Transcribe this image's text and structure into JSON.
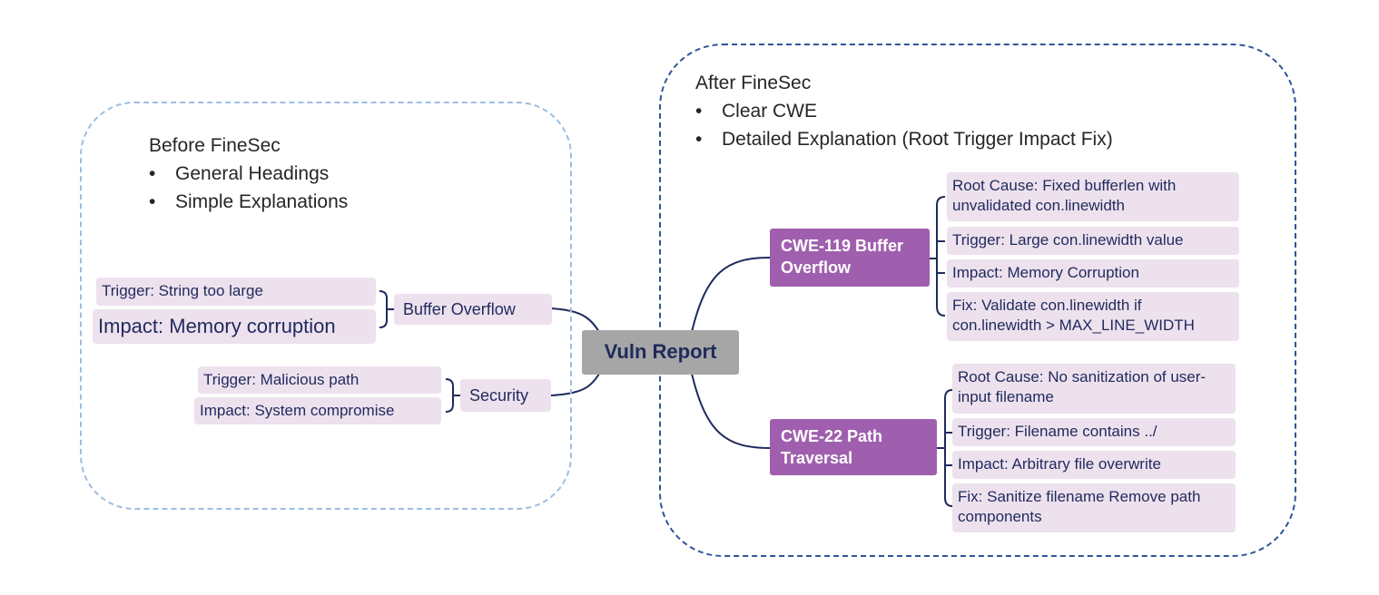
{
  "before": {
    "title": "Before FineSec",
    "bullets": [
      "General Headings",
      "Simple Explanations"
    ],
    "branches": [
      {
        "label": "Buffer Overflow",
        "leaves": [
          "Trigger: String too large",
          "Impact: Memory corruption"
        ]
      },
      {
        "label": "Security",
        "leaves": [
          "Trigger: Malicious path",
          "Impact: System compromise"
        ]
      }
    ]
  },
  "center": {
    "label": "Vuln Report"
  },
  "after": {
    "title": "After FineSec",
    "bullets": [
      "Clear CWE",
      "Detailed Explanation (Root Trigger Impact Fix)"
    ],
    "cwes": [
      {
        "label": "CWE-119 Buffer Overflow",
        "leaves": [
          "Root Cause: Fixed bufferlen with unvalidated con.linewidth",
          "Trigger: Large con.linewidth value",
          "Impact: Memory Corruption",
          "Fix: Validate con.linewidth if con.linewidth > MAX_LINE_WIDTH"
        ]
      },
      {
        "label": "CWE-22  Path Traversal",
        "leaves": [
          "Root Cause: No sanitization of user-input filename",
          "Trigger: Filename contains ../",
          "Impact: Arbitrary file overwrite",
          "Fix: Sanitize filename Remove path components"
        ]
      }
    ]
  },
  "colors": {
    "connector": "#1f2a5c",
    "leaf_fill": "#ede1ee",
    "cwe_fill": "#a05fae",
    "center_fill": "#a6a6a6",
    "before_border": "#9dbde0",
    "after_border": "#2f5597"
  }
}
